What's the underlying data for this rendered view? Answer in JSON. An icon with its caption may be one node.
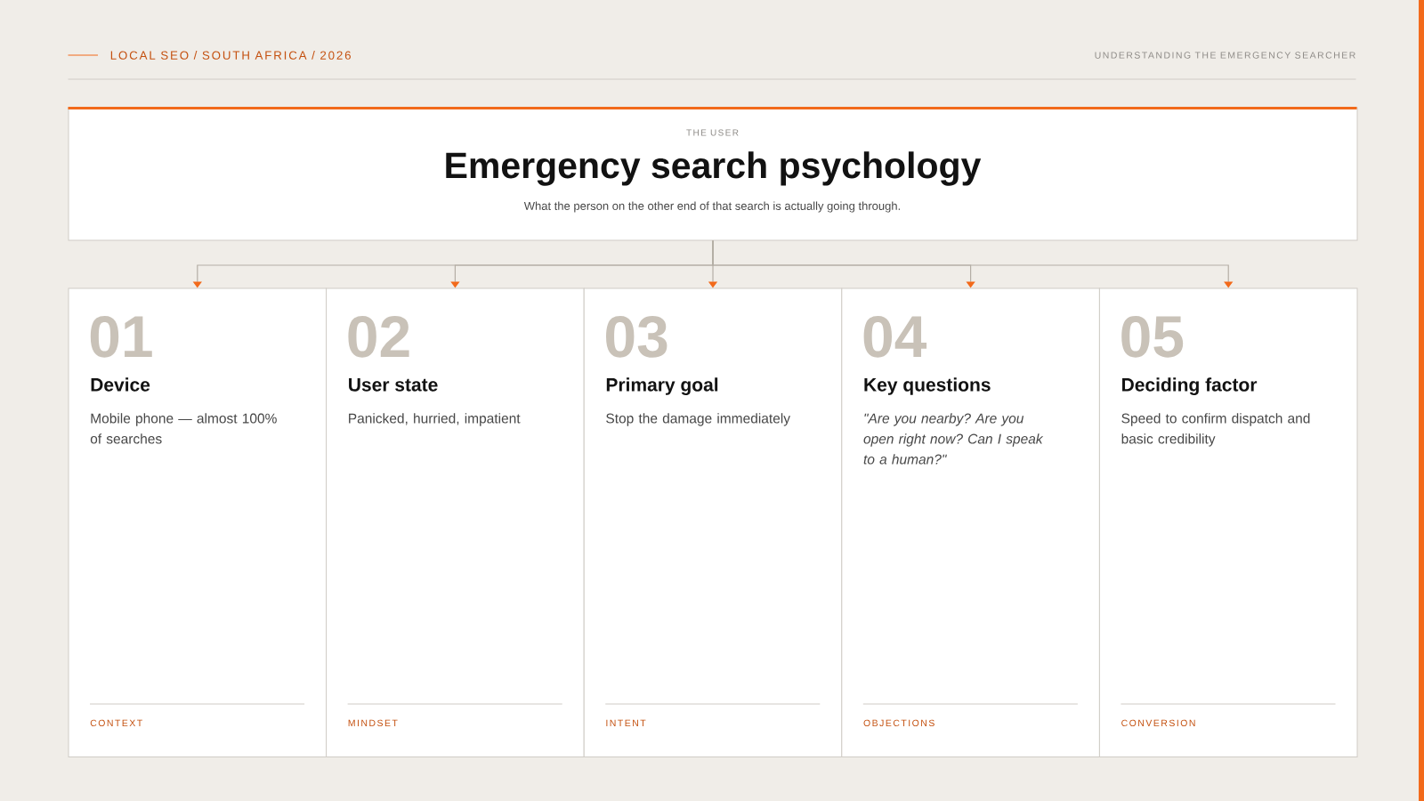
{
  "diagram": {
    "nodes": [
      {
        "text": [
          "THE USER",
          "Emergency search psychology",
          "What the person on the other end of that search is actually going through."
        ]
      },
      {
        "text": [
          "01",
          "Device",
          "Mobile phone — almost 100% of searches",
          "CONTEXT"
        ]
      },
      {
        "text": [
          "02",
          "User state",
          "Panicked, hurried, impatient",
          "MINDSET"
        ]
      },
      {
        "text": [
          "03",
          "Primary goal",
          "Stop the damage immediately",
          "INTENT"
        ]
      },
      {
        "text": [
          "04",
          "Key questions",
          "\"Are you nearby? Are you open right now? Can I speak to a human?\"",
          "OBJECTIONS"
        ]
      },
      {
        "text": [
          "05",
          "Deciding factor",
          "Speed to confirm dispatch and basic credibility",
          "CONVERSION"
        ]
      }
    ],
    "edges": [
      {
        "from": 0,
        "to": 1,
        "arrow": "to"
      },
      {
        "from": 0,
        "to": 2,
        "arrow": "to"
      },
      {
        "from": 0,
        "to": 3,
        "arrow": "to"
      },
      {
        "from": 0,
        "to": 4,
        "arrow": "to"
      },
      {
        "from": 0,
        "to": 5,
        "arrow": "to"
      }
    ],
    "labels": [
      "LOCAL SEO / SOUTH AFRICA / 2026",
      "UNDERSTANDING THE EMERGENCY SEARCHER"
    ]
  }
}
